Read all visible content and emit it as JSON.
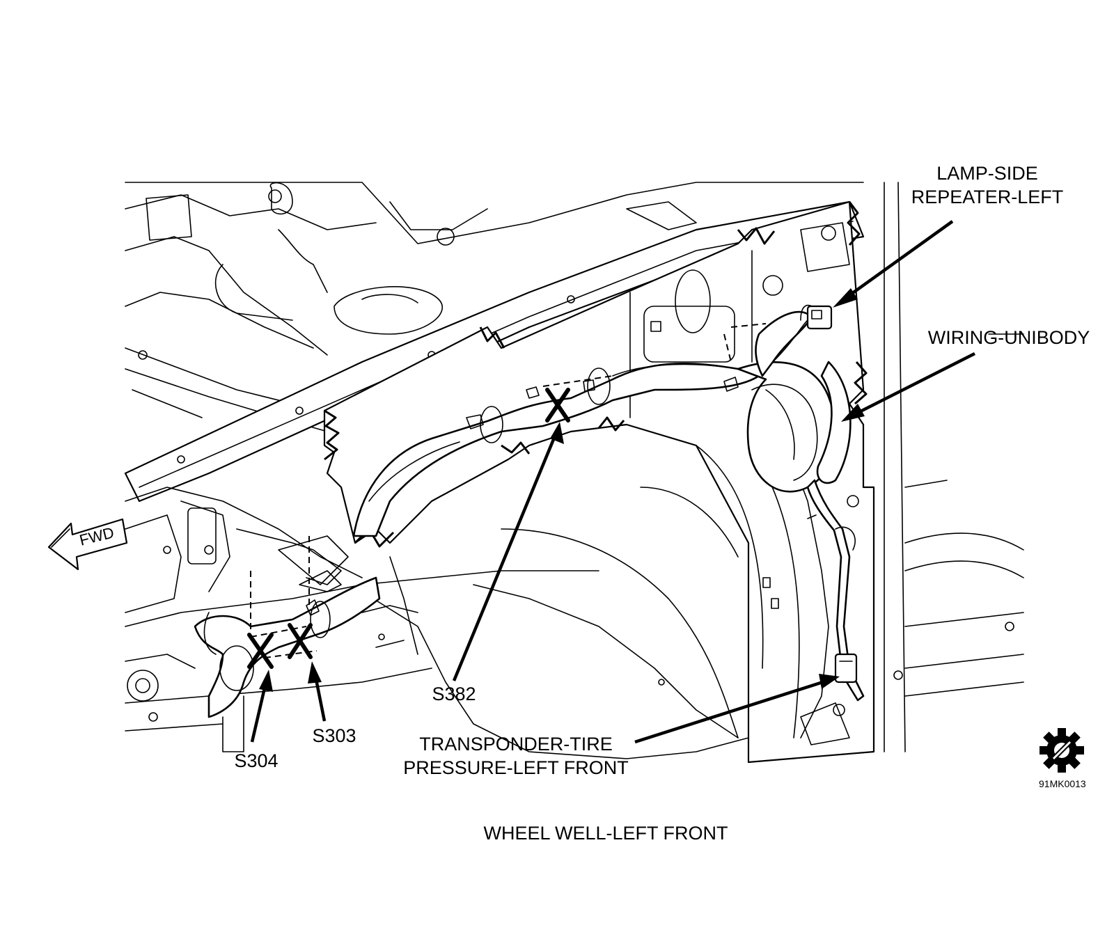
{
  "diagram": {
    "title": "WHEEL WELL-LEFT FRONT",
    "figure_id": "91MK0013",
    "direction_marker": "FWD",
    "callouts": {
      "lamp": [
        "LAMP-SIDE",
        "REPEATER-LEFT"
      ],
      "wiring": "WIRING-UNIBODY",
      "transponder": [
        "TRANSPONDER-TIRE",
        "PRESSURE-LEFT FRONT"
      ],
      "s382": "S382",
      "s303": "S303",
      "s304": "S304"
    },
    "icons": [
      "gear-slash-icon"
    ]
  }
}
